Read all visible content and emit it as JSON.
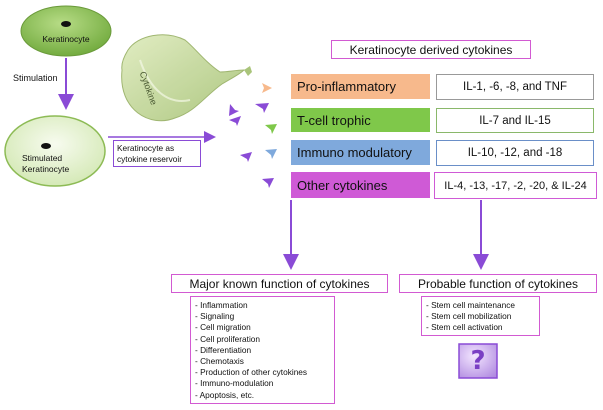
{
  "cells": {
    "keratinocyte": "Keratinocyte",
    "stimulation": "Stimulation",
    "stimulated": "Stimulated\nKeratinocyte",
    "reservoir": "Keratinocyte as\ncytokine reservoir",
    "balloon": "Cytokine"
  },
  "header": "Keratinocyte derived cytokines",
  "categories": [
    {
      "label": "Pro-inflammatory",
      "members": "IL-1, -6, -8, and TNF",
      "color": "#f7b98c"
    },
    {
      "label": "T-cell trophic",
      "members": "IL-7 and IL-15",
      "color": "#7fc84a"
    },
    {
      "label": "Immuno modulatory",
      "members": "IL-10, -12, and -18",
      "color": "#7fa9dc"
    },
    {
      "label": "Other cytokines",
      "members": "IL-4, -13, -17, -2, -20, & IL-24",
      "color": "#cf5ad6"
    }
  ],
  "major": {
    "title": "Major known function of cytokines",
    "items": [
      "- Inflammation",
      "- Signaling",
      "- Cell migration",
      "- Cell proliferation",
      "- Differentiation",
      "- Chemotaxis",
      "- Production of other cytokines",
      "- Immuno-modulation",
      "- Apoptosis, etc."
    ]
  },
  "probable": {
    "title": "Probable function of cytokines",
    "items": [
      "- Stem cell maintenance",
      "- Stem cell mobilization",
      "- Stem cell activation"
    ],
    "symbol": "?"
  },
  "colors": {
    "cell_fill": "#8fbf56",
    "stimulated_fill": "#e8f5d6",
    "arrow_purple": "#8a4bd6",
    "box_border": "#d25ad2",
    "balloon": "#c8dba0"
  }
}
